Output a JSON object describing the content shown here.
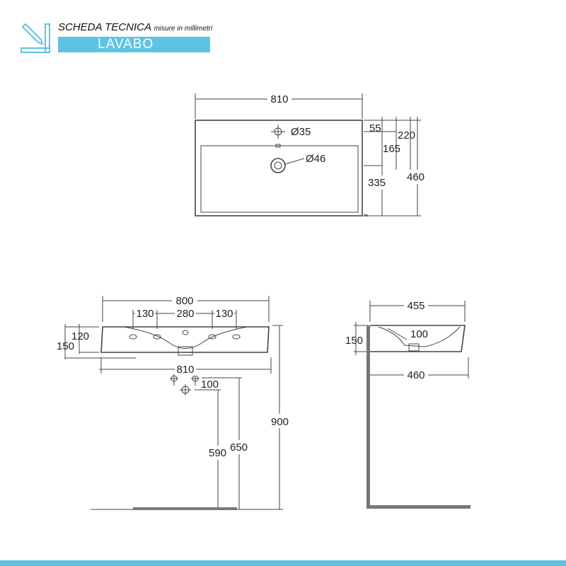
{
  "header": {
    "title": "SCHEDA TECNICA",
    "subtitle": "misure in millimetri",
    "product": "LAVABO"
  },
  "top_view": {
    "width": "810",
    "hole_tap": "Ø35",
    "hole_drain": "Ø46",
    "dim_55": "55",
    "dim_220": "220",
    "dim_165": "165",
    "dim_335": "335",
    "dim_460": "460"
  },
  "front_view": {
    "width_top": "800",
    "spacing_left": "130",
    "spacing_mid": "280",
    "spacing_right": "130",
    "height_120": "120",
    "height_150": "150",
    "width_bottom": "810",
    "dim_100": "100",
    "height_900": "900",
    "height_590": "590",
    "height_650": "650"
  },
  "side_view": {
    "depth": "455",
    "height_150": "150",
    "dim_100": "100",
    "depth_460": "460"
  },
  "colors": {
    "accent": "#5ec3e0",
    "line": "#333333"
  }
}
